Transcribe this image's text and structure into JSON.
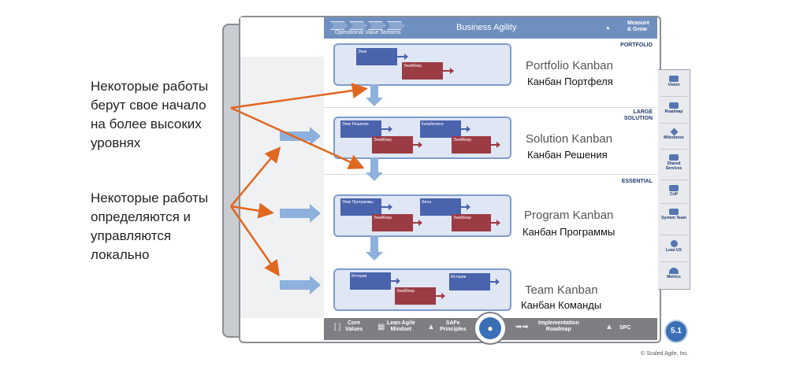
{
  "captions": {
    "higher_levels": [
      "Некоторые работы",
      "берут свое начало",
      "на более высоких",
      "уровнях"
    ],
    "local": [
      "Некоторые работы",
      "определяются и",
      "управляются",
      "локально"
    ]
  },
  "topbar": {
    "streams_label": "Operational Value Streams",
    "title": "Business Agility",
    "measure_grow_1": "Measure",
    "measure_grow_2": "& Grow"
  },
  "levels": {
    "portfolio": "PORTFOLIO",
    "large_solution_1": "LARGE",
    "large_solution_2": "SOLUTION",
    "essential": "ESSENTIAL"
  },
  "kanbans": {
    "portfolio": {
      "title": "Portfolio Kanban",
      "title_ru": "Канбан Портфеля",
      "stickies": {
        "blue": "Эпик",
        "red": "Энейблер"
      }
    },
    "solution": {
      "title": "Solution Kanban",
      "title_ru": "Канбан Решения",
      "stickies": {
        "blue1": "Эпик Решения",
        "red1": "Энейблер",
        "blue2": "Капабилити",
        "red2": "Энейблер"
      }
    },
    "program": {
      "title": "Program Kanban",
      "title_ru": "Канбан Программы",
      "stickies": {
        "blue1": "Эпик Программы",
        "red1": "Энейблер",
        "blue2": "Фича",
        "red2": "Энейблер"
      }
    },
    "team": {
      "title": "Team Kanban",
      "title_ru": "Канбан Команды",
      "stickies": {
        "blue1": "Истории",
        "red1": "Энейблер",
        "blue2": "Истории"
      }
    }
  },
  "right_panel": {
    "items": [
      {
        "label": "Vision",
        "icon": "binoculars-icon"
      },
      {
        "label": "Roadmap",
        "icon": "map-icon"
      },
      {
        "label": "Milestones",
        "icon": "diamond-icon"
      },
      {
        "label": "Shared Services",
        "icon": "people-icon"
      },
      {
        "label": "CoP",
        "icon": "community-icon"
      },
      {
        "label": "System Team",
        "icon": "gear-person-icon"
      },
      {
        "label": "Lean UX",
        "icon": "cycle-icon"
      },
      {
        "label": "Metrics",
        "icon": "gauge-icon"
      }
    ]
  },
  "bottombar": {
    "core_values_1": "Core",
    "core_values_2": "Values",
    "mindset_1": "Lean-Agile",
    "mindset_2": "Mindset",
    "principles_1": "SAFe",
    "principles_2": "Principles",
    "roadmap_1": "Implementation",
    "roadmap_2": "Roadmap",
    "spc": "SPC"
  },
  "version": "5.1",
  "copyright": "© Scaled Agile, Inc.",
  "colors": {
    "kanban_fill": "#dfe6f4",
    "kanban_border": "#7f9ccc",
    "sticky_blue": "#4a63ad",
    "sticky_red": "#9b3b44",
    "orange_arrow": "#e0671f",
    "flow_arrow": "#8db0dc",
    "topbar": "#6f8fbf",
    "bottombar": "#7d7f83"
  }
}
